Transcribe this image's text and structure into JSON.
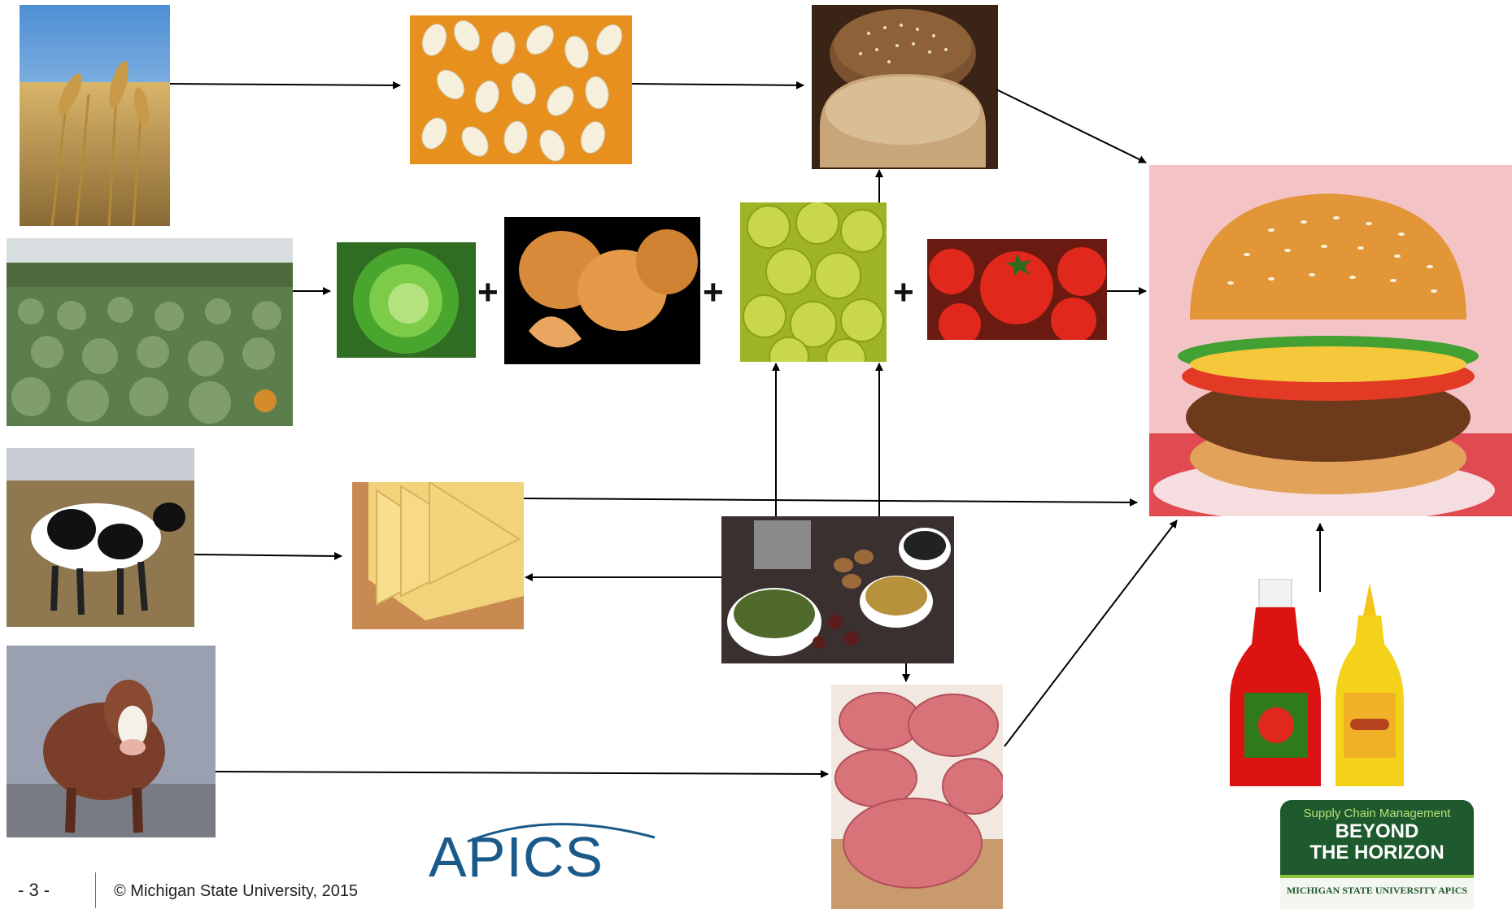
{
  "footer": {
    "page_number": "- 3 -",
    "copyright": "© Michigan State University, 2015"
  },
  "logos": {
    "apics": "APICS",
    "badge": {
      "subtitle": "Supply Chain Management",
      "line1": "BEYOND",
      "line2": "THE HORIZON",
      "partners": "MICHIGAN STATE UNIVERSITY   APICS"
    }
  },
  "plus_sign": "+",
  "images": [
    {
      "name": "wheat-field-image",
      "desc": "wheat field"
    },
    {
      "name": "sesame-seeds-image",
      "desc": "sesame seeds"
    },
    {
      "name": "burger-bun-image",
      "desc": "sesame bun"
    },
    {
      "name": "cabbage-field-image",
      "desc": "lettuce field"
    },
    {
      "name": "lettuce-image",
      "desc": "lettuce head"
    },
    {
      "name": "onions-image",
      "desc": "onions"
    },
    {
      "name": "pickles-image",
      "desc": "pickle slices"
    },
    {
      "name": "tomatoes-image",
      "desc": "tomatoes"
    },
    {
      "name": "hamburger-image",
      "desc": "finished hamburger"
    },
    {
      "name": "dairy-cow-image",
      "desc": "dairy cow"
    },
    {
      "name": "cheese-image",
      "desc": "cheese slices"
    },
    {
      "name": "spices-image",
      "desc": "spices"
    },
    {
      "name": "beef-cow-image",
      "desc": "beef cow"
    },
    {
      "name": "ground-beef-image",
      "desc": "ground beef patties"
    },
    {
      "name": "condiments-image",
      "desc": "ketchup and mustard"
    }
  ],
  "colors": {
    "arrow": "#000000",
    "apics_blue": "#1a5a8a",
    "badge_green": "#1f5a2e",
    "badge_accent": "#8cc43c"
  }
}
